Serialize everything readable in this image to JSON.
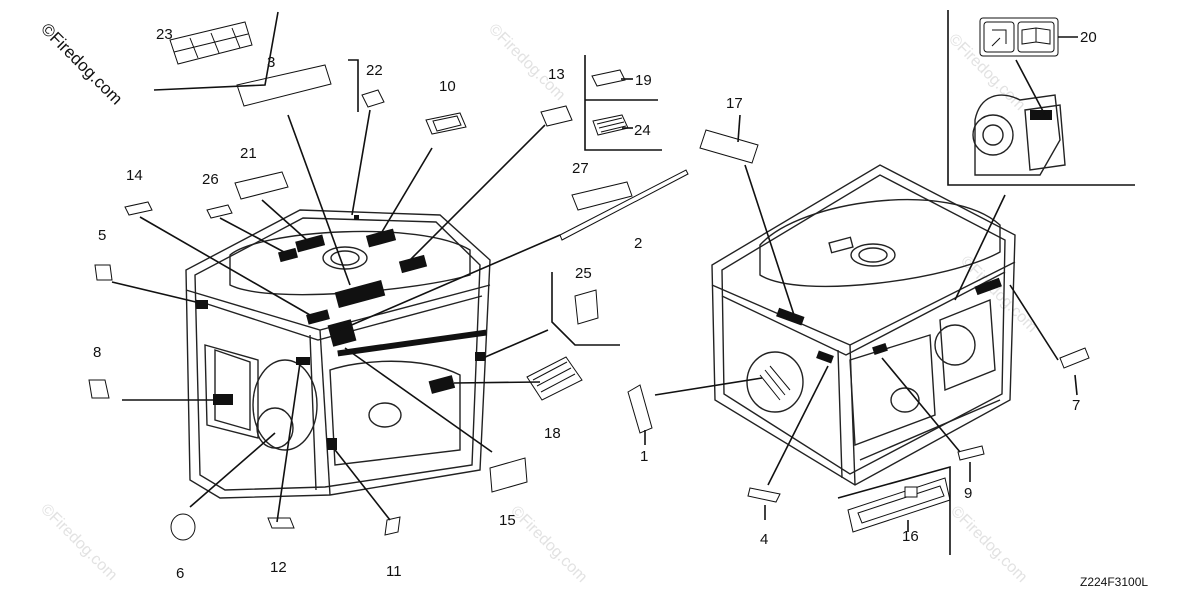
{
  "watermark": "©Firedog.com",
  "faint_watermark": "©Firedog.com",
  "diagram_code": "Z224F3100L",
  "callouts": [
    "1",
    "2",
    "3",
    "4",
    "5",
    "6",
    "7",
    "8",
    "9",
    "10",
    "11",
    "12",
    "13",
    "14",
    "15",
    "16",
    "17",
    "18",
    "19",
    "20",
    "21",
    "22",
    "23",
    "24",
    "25",
    "26",
    "27"
  ]
}
